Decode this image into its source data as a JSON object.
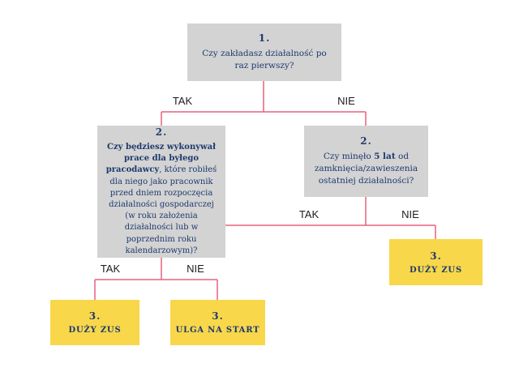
{
  "flowchart": {
    "q1": {
      "number": "1.",
      "question": "Czy zakładasz działalność po raz pierwszy?"
    },
    "q2_employer": {
      "number": "2.",
      "question_bold": "Czy będziesz wykonywał prace dla byłego pracodawcy",
      "question_rest": ", które robiłeś dla niego jako pracownik przed dniem rozpoczęcia działalności gospodarczej (w roku założenia działalności lub w poprzednim roku kalendarzowym)?"
    },
    "q2_years": {
      "number": "2.",
      "question_start": "Czy minęło ",
      "question_bold": "5 lat",
      "question_end": " od zamknięcia/zawieszenia ostatniej działalności?"
    },
    "result_right": {
      "number": "3.",
      "label": "DUŻY ZUS"
    },
    "result_left": {
      "number": "3.",
      "label": "DUŻY ZUS"
    },
    "result_middle": {
      "number": "3.",
      "label": "ULGA NA START"
    },
    "labels": {
      "tak1": "TAK",
      "nie1": "NIE",
      "tak2": "TAK",
      "nie2": "NIE",
      "tak3": "TAK",
      "nie3": "NIE"
    },
    "colors": {
      "gray_box": "#d3d3d3",
      "yellow_box": "#f8d74a",
      "navy_text": "#1e3a6e",
      "pink_line": "#e9607f"
    }
  }
}
